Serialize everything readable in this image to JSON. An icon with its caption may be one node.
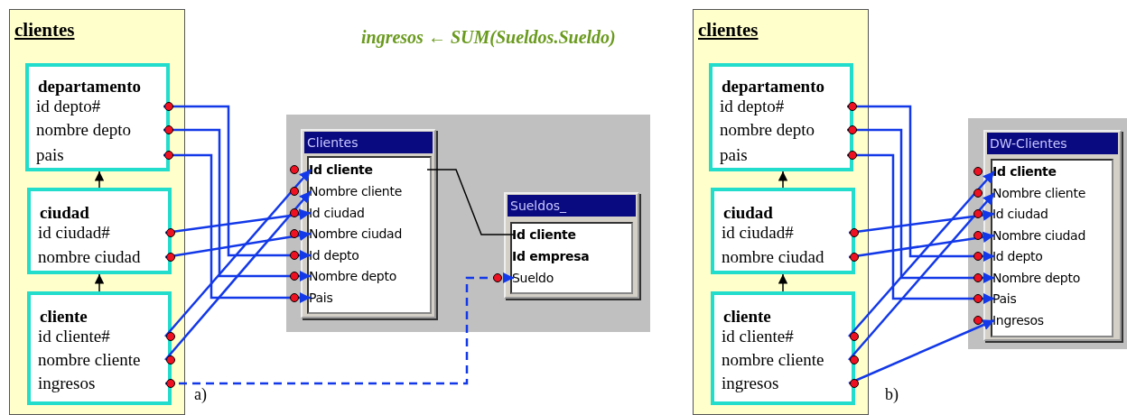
{
  "diagram": {
    "nodes": [
      {
        "text": [
          "clientes"
        ]
      },
      {
        "text": [
          "departamento"
        ],
        "in": 0
      },
      {
        "text": [
          "id depto#"
        ],
        "in": 1
      },
      {
        "text": [
          "nombre depto"
        ],
        "in": 1
      },
      {
        "text": [
          "pais"
        ],
        "in": 1
      },
      {
        "text": [
          "ciudad"
        ],
        "in": 0
      },
      {
        "text": [
          "id ciudad#"
        ],
        "in": 5
      },
      {
        "text": [
          "nombre ciudad"
        ],
        "in": 5
      },
      {
        "text": [
          "cliente"
        ],
        "in": 0
      },
      {
        "text": [
          "id cliente#"
        ],
        "in": 8
      },
      {
        "text": [
          "nombre cliente"
        ],
        "in": 8
      },
      {
        "text": [
          "ingresos"
        ],
        "in": 8
      },
      {
        "text": [
          "Clientes"
        ]
      },
      {
        "text": [
          "Id cliente"
        ],
        "in": 12
      },
      {
        "text": [
          "Nombre cliente"
        ],
        "in": 12
      },
      {
        "text": [
          "Id ciudad"
        ],
        "in": 12
      },
      {
        "text": [
          "Nombre ciudad"
        ],
        "in": 12
      },
      {
        "text": [
          "Id depto"
        ],
        "in": 12
      },
      {
        "text": [
          "Nombre depto"
        ],
        "in": 12
      },
      {
        "text": [
          "Pais"
        ],
        "in": 12
      },
      {
        "text": [
          "Sueldos_"
        ]
      },
      {
        "text": [
          "Id cliente"
        ],
        "in": 20
      },
      {
        "text": [
          "Id empresa"
        ],
        "in": 20
      },
      {
        "text": [
          "Sueldo"
        ],
        "in": 20
      },
      {
        "text": [
          "clientes"
        ]
      },
      {
        "text": [
          "departamento"
        ],
        "in": 24
      },
      {
        "text": [
          "id depto#"
        ],
        "in": 25
      },
      {
        "text": [
          "nombre depto"
        ],
        "in": 25
      },
      {
        "text": [
          "pais"
        ],
        "in": 25
      },
      {
        "text": [
          "ciudad"
        ],
        "in": 24
      },
      {
        "text": [
          "id ciudad#"
        ],
        "in": 29
      },
      {
        "text": [
          "nombre ciudad"
        ],
        "in": 29
      },
      {
        "text": [
          "cliente"
        ],
        "in": 24
      },
      {
        "text": [
          "id cliente#"
        ],
        "in": 32
      },
      {
        "text": [
          "nombre cliente"
        ],
        "in": 32
      },
      {
        "text": [
          "ingresos"
        ],
        "in": 32
      },
      {
        "text": [
          "DW-Clientes"
        ]
      },
      {
        "text": [
          "Id cliente"
        ],
        "in": 36
      },
      {
        "text": [
          "Nombre cliente"
        ],
        "in": 36
      },
      {
        "text": [
          "Id ciudad"
        ],
        "in": 36
      },
      {
        "text": [
          "Nombre ciudad"
        ],
        "in": 36
      },
      {
        "text": [
          "Id depto"
        ],
        "in": 36
      },
      {
        "text": [
          "Nombre depto"
        ],
        "in": 36
      },
      {
        "text": [
          "Pais"
        ],
        "in": 36
      },
      {
        "text": [
          "Ingresos"
        ],
        "in": 36
      }
    ],
    "edges": [
      {
        "from": 5,
        "to": 1,
        "arrow": "to",
        "color": "#000000"
      },
      {
        "from": 8,
        "to": 5,
        "arrow": "to",
        "color": "#000000"
      },
      {
        "from": 2,
        "to": 17,
        "arrow": "to"
      },
      {
        "from": 3,
        "to": 18,
        "arrow": "to"
      },
      {
        "from": 4,
        "to": 19,
        "arrow": "to"
      },
      {
        "from": 6,
        "to": 15,
        "arrow": "to"
      },
      {
        "from": 7,
        "to": 16,
        "arrow": "to"
      },
      {
        "from": 9,
        "to": 13,
        "arrow": "to"
      },
      {
        "from": 10,
        "to": 14,
        "arrow": "to"
      },
      {
        "from": 11,
        "to": 23,
        "arrow": "to",
        "style": "dashed"
      },
      {
        "from": 13,
        "to": 21,
        "arrow": "none",
        "color": "#000000"
      },
      {
        "from": 29,
        "to": 25,
        "arrow": "to",
        "color": "#000000"
      },
      {
        "from": 32,
        "to": 29,
        "arrow": "to",
        "color": "#000000"
      },
      {
        "from": 26,
        "to": 41,
        "arrow": "to"
      },
      {
        "from": 27,
        "to": 42,
        "arrow": "to"
      },
      {
        "from": 28,
        "to": 43,
        "arrow": "to"
      },
      {
        "from": 30,
        "to": 39,
        "arrow": "to"
      },
      {
        "from": 31,
        "to": 40,
        "arrow": "to"
      },
      {
        "from": 33,
        "to": 37,
        "arrow": "to"
      },
      {
        "from": 34,
        "to": 38,
        "arrow": "to"
      },
      {
        "from": 35,
        "to": 44,
        "arrow": "to"
      }
    ],
    "labels": [
      "ingresos ← SUM(Sueldos.Sueldo)",
      "a)",
      "b)"
    ]
  }
}
